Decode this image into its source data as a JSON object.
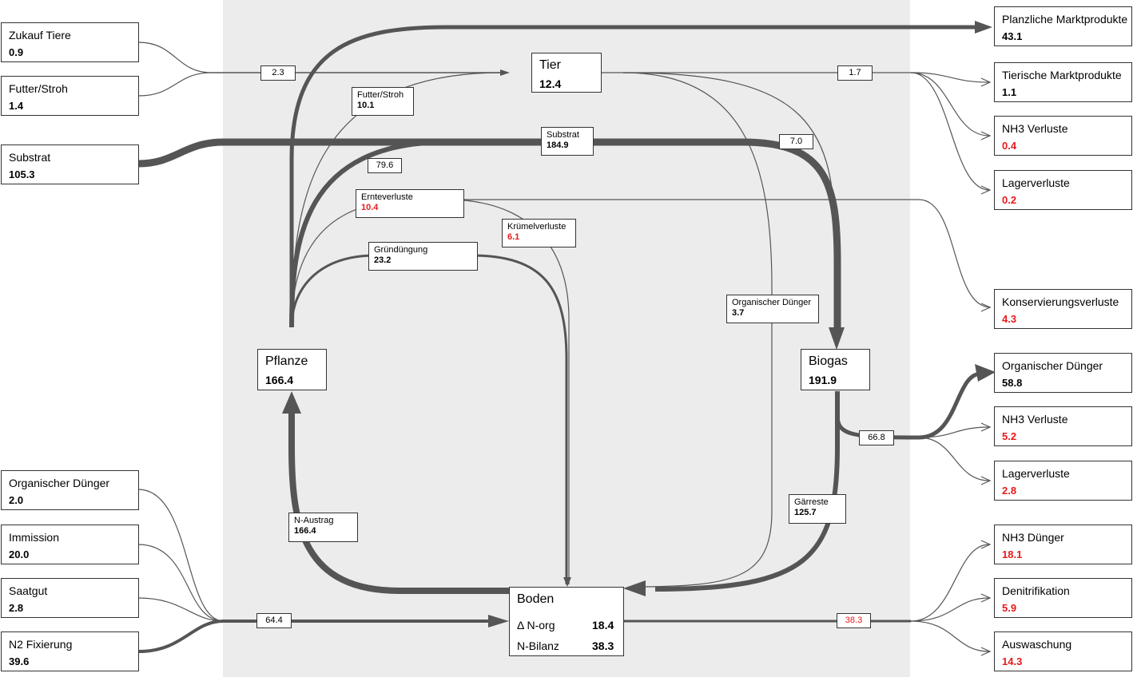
{
  "inputs": {
    "zukauf_tiere": {
      "label": "Zukauf Tiere",
      "value": "0.9"
    },
    "futter_stroh": {
      "label": "Futter/Stroh",
      "value": "1.4"
    },
    "substrat": {
      "label": "Substrat",
      "value": "105.3"
    },
    "organischer_duenger": {
      "label": "Organischer Dünger",
      "value": "2.0"
    },
    "immission": {
      "label": "Immission",
      "value": "20.0"
    },
    "saatgut": {
      "label": "Saatgut",
      "value": "2.8"
    },
    "n2_fixierung": {
      "label": "N2 Fixierung",
      "value": "39.6"
    }
  },
  "nodes": {
    "tier": {
      "label": "Tier",
      "value": "12.4"
    },
    "pflanze": {
      "label": "Pflanze",
      "value": "166.4"
    },
    "biogas": {
      "label": "Biogas",
      "value": "191.9"
    },
    "boden": {
      "label": "Boden",
      "n_org_label": "Δ N-org",
      "n_org_value": "18.4",
      "n_bilanz_label": "N-Bilanz",
      "n_bilanz_value": "38.3"
    }
  },
  "flows": {
    "futter_stroh": {
      "label": "Futter/Stroh",
      "value": "10.1"
    },
    "substrat": {
      "label": "Substrat",
      "value": "184.9"
    },
    "ernteverluste": {
      "label": "Ernteverluste",
      "value": "10.4"
    },
    "kruemelverluste": {
      "label": "Krümelverluste",
      "value": "6.1"
    },
    "gruenduengung": {
      "label": "Gründüngung",
      "value": "23.2"
    },
    "organischer_duenger": {
      "label": "Organischer Dünger",
      "value": "3.7"
    },
    "n_austrag": {
      "label": "N-Austrag",
      "value": "166.4"
    },
    "gaerreste": {
      "label": "Gärreste",
      "value": "125.7"
    }
  },
  "pills": {
    "in_tier": "2.3",
    "pflanze_out": "79.6",
    "tier_out": "1.7",
    "tier_biogas": "7.0",
    "biogas_out": "66.8",
    "in_boden": "64.4",
    "boden_out": "38.3"
  },
  "outputs": {
    "planzliche": {
      "label": "Planzliche Marktprodukte",
      "value": "43.1"
    },
    "tierische": {
      "label": "Tierische Marktprodukte",
      "value": "1.1"
    },
    "nh3_verluste_tier": {
      "label": "NH3 Verluste",
      "value": "0.4"
    },
    "lagerverluste_tier": {
      "label": "Lagerverluste",
      "value": "0.2"
    },
    "konservierungsverluste": {
      "label": "Konservierungsverluste",
      "value": "4.3"
    },
    "organischer_duenger": {
      "label": "Organischer Dünger",
      "value": "58.8"
    },
    "nh3_verluste_biogas": {
      "label": "NH3 Verluste",
      "value": "5.2"
    },
    "lagerverluste_biogas": {
      "label": "Lagerverluste",
      "value": "2.8"
    },
    "nh3_duenger": {
      "label": "NH3 Dünger",
      "value": "18.1"
    },
    "denitrifikation": {
      "label": "Denitrifikation",
      "value": "5.9"
    },
    "auswaschung": {
      "label": "Auswaschung",
      "value": "14.3"
    }
  },
  "colors": {
    "flow": "#555555",
    "loss": "#e8191b",
    "background_panel": "#ececec"
  }
}
